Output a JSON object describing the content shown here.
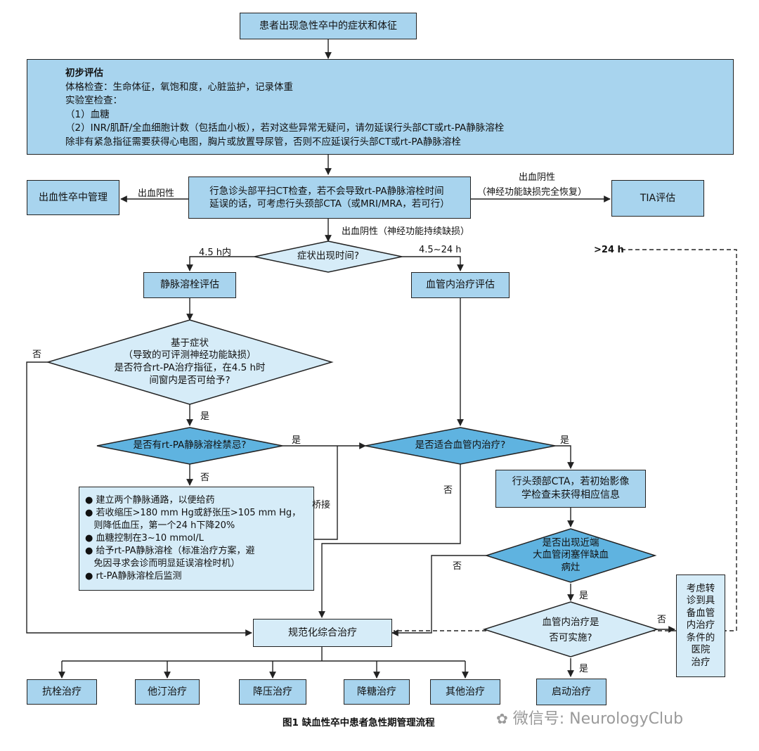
{
  "nodes": {
    "start": "患者出现急性卒中的症状和体征",
    "initial": {
      "title": "初步评估",
      "lines": [
        "体格检查：生命体征，氧饱和度，心脏监护，记录体重",
        "实验室检查：",
        "（1）血糖",
        "（2）INR/肌酐/全血细胞计数（包括血小板），若对这些异常无疑问，请勿延误行头部CT或rt-PA静脉溶栓",
        "除非有紧急指征需要获得心电图，胸片或放置导尿管，否则不应延误行头部CT或rt-PA静脉溶栓"
      ]
    },
    "ct": [
      "行急诊头部平扫CT检查，若不会导致rt-PA静脉溶栓时间",
      "延误的话，可考虑行头颈部CTA（或MRI/MRA，若可行）"
    ],
    "hemorrhage_mgmt": "出血性卒中管理",
    "tia": "TIA评估",
    "time_q": "症状出现时间?",
    "iv_eval": "静脉溶栓评估",
    "endo_eval": "血管内治疗评估",
    "criteria_q": [
      "基于症状",
      "（导致的可评测神经功能缺损）",
      "是否符合rt-PA治疗指征，在4.5 h时",
      "间窗内是否可给予?"
    ],
    "contra_q": "是否有rt-PA静脉溶栓禁忌?",
    "suitable_q": "是否适合血管内治疗?",
    "iv_steps": [
      "建立两个静脉通路，以便给药",
      "若收缩压>180 mm Hg或舒张压>105 mm Hg，",
      "则降低血压，第一个24 h下降20%",
      "血糖控制在3~10 mmol/L",
      "给予rt-PA静脉溶栓（标准治疗方案，避",
      "免因寻求会诊而明显延误溶栓时机）",
      "rt-PA静脉溶栓后监测"
    ],
    "cta": [
      "行头颈部CTA，若初始影像",
      "学检查未获得相应信息"
    ],
    "lvo_q": [
      "是否出现近端",
      "大血管闭塞伴缺血",
      "病灶"
    ],
    "feasible_q": [
      "血管内治疗是",
      "否可实施?"
    ],
    "transfer": [
      "考虑转",
      "诊到具",
      "备血管",
      "内治疗",
      "条件的",
      "医院",
      "治疗"
    ],
    "standard": "规范化综合治疗",
    "treatments": [
      "抗栓治疗",
      "他汀治疗",
      "降压治疗",
      "降糖治疗",
      "其他治疗"
    ],
    "start_endo": "启动治疗"
  },
  "edge_labels": {
    "hem_pos": "出血阳性",
    "hem_neg_recover_1": "出血阴性",
    "hem_neg_recover_2": "（神经功能缺损完全恢复）",
    "hem_neg_persist": "出血阴性（神经功能持续缺损）",
    "within_4_5": "4.5 h内",
    "range_4_5_24": "4.5~24 h",
    "over_24": ">24 h",
    "no": "否",
    "yes": "是",
    "bridge": "桥接"
  },
  "caption": "图1   缺血性卒中患者急性期管理流程",
  "watermark": "微信号: NeurologyClub",
  "colors": {
    "box_fill": "#a8d4ee",
    "light_fill": "#d6ecf8",
    "diamond_fill": "#5fb3e0",
    "line": "#222222"
  }
}
